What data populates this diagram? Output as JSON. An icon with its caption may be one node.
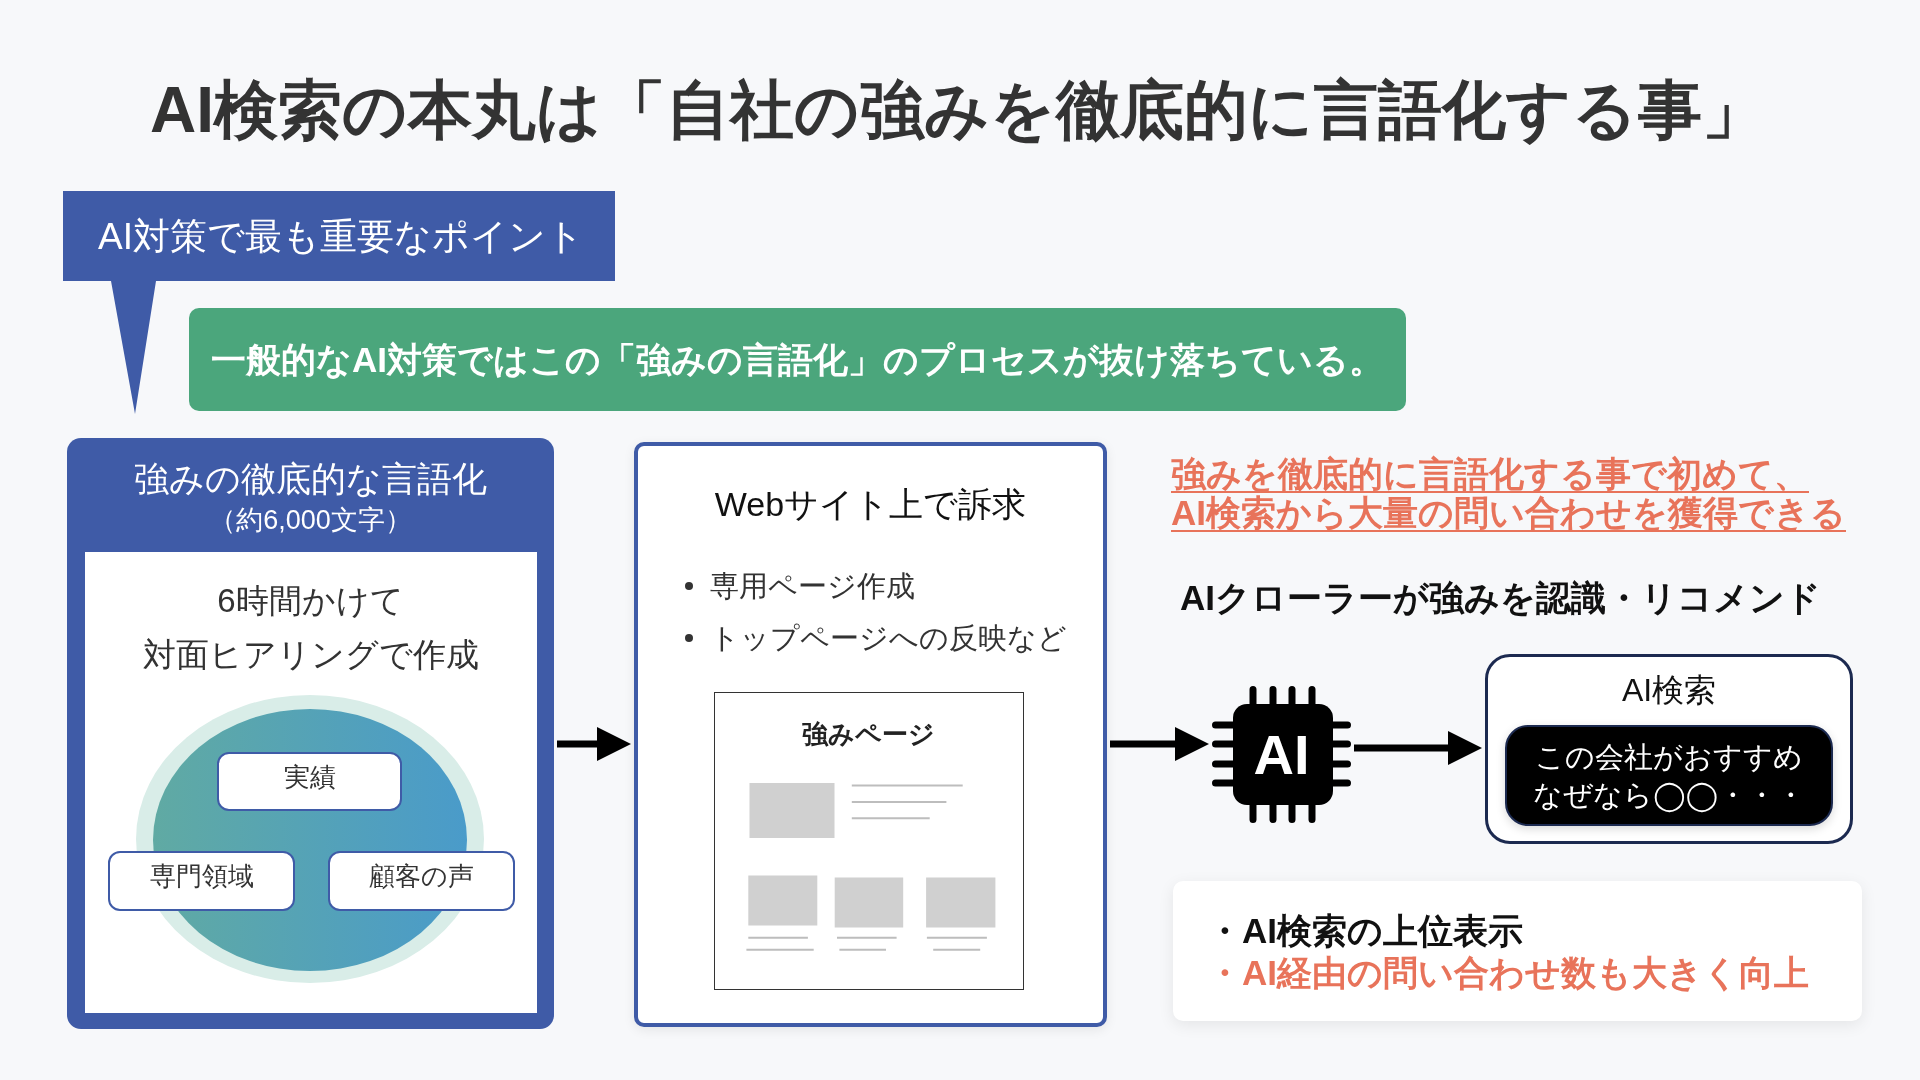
{
  "diagram": {
    "title": "AI検索の本丸は「自社の強みを徹底的に言語化する事」",
    "nodes": [
      {
        "text": [
          "AI対策で最も重要なポイント"
        ]
      },
      {
        "text": [
          "一般的なAI対策ではこの「強みの言語化」のプロセスが抜け落ちている。"
        ]
      },
      {
        "text": [
          "強みの徹底的な言語化",
          "（約6,000文字）",
          "6時間かけて",
          "対面ヒアリングで作成"
        ]
      },
      {
        "text": [
          "実績"
        ],
        "in": 2
      },
      {
        "text": [
          "専門領域"
        ],
        "in": 2
      },
      {
        "text": [
          "顧客の声"
        ],
        "in": 2
      },
      {
        "text": [
          "Webサイト上で訴求",
          "専用ページ作成",
          "トップページへの反映など"
        ]
      },
      {
        "text": [
          "強みページ"
        ],
        "in": 6
      },
      {
        "text": [
          "AI"
        ]
      },
      {
        "text": [
          "AI検索"
        ]
      },
      {
        "text": [
          "この会社がおすすめ",
          "なぜなら◯◯・・・"
        ],
        "in": 9
      },
      {
        "text": [
          "・AI検索の上位表示",
          "・AI経由の問い合わせ数も大きく向上"
        ]
      }
    ],
    "edges": [
      {
        "from": 2,
        "to": 6,
        "arrow": "to"
      },
      {
        "from": 6,
        "to": 8,
        "arrow": "to"
      },
      {
        "from": 8,
        "to": 9,
        "arrow": "to"
      }
    ],
    "labels": [
      "強みを徹底的に言語化する事で初めて、",
      "AI検索から大量の問い合わせを獲得できる",
      "AIクローラーが強みを認識・リコメンド"
    ]
  }
}
